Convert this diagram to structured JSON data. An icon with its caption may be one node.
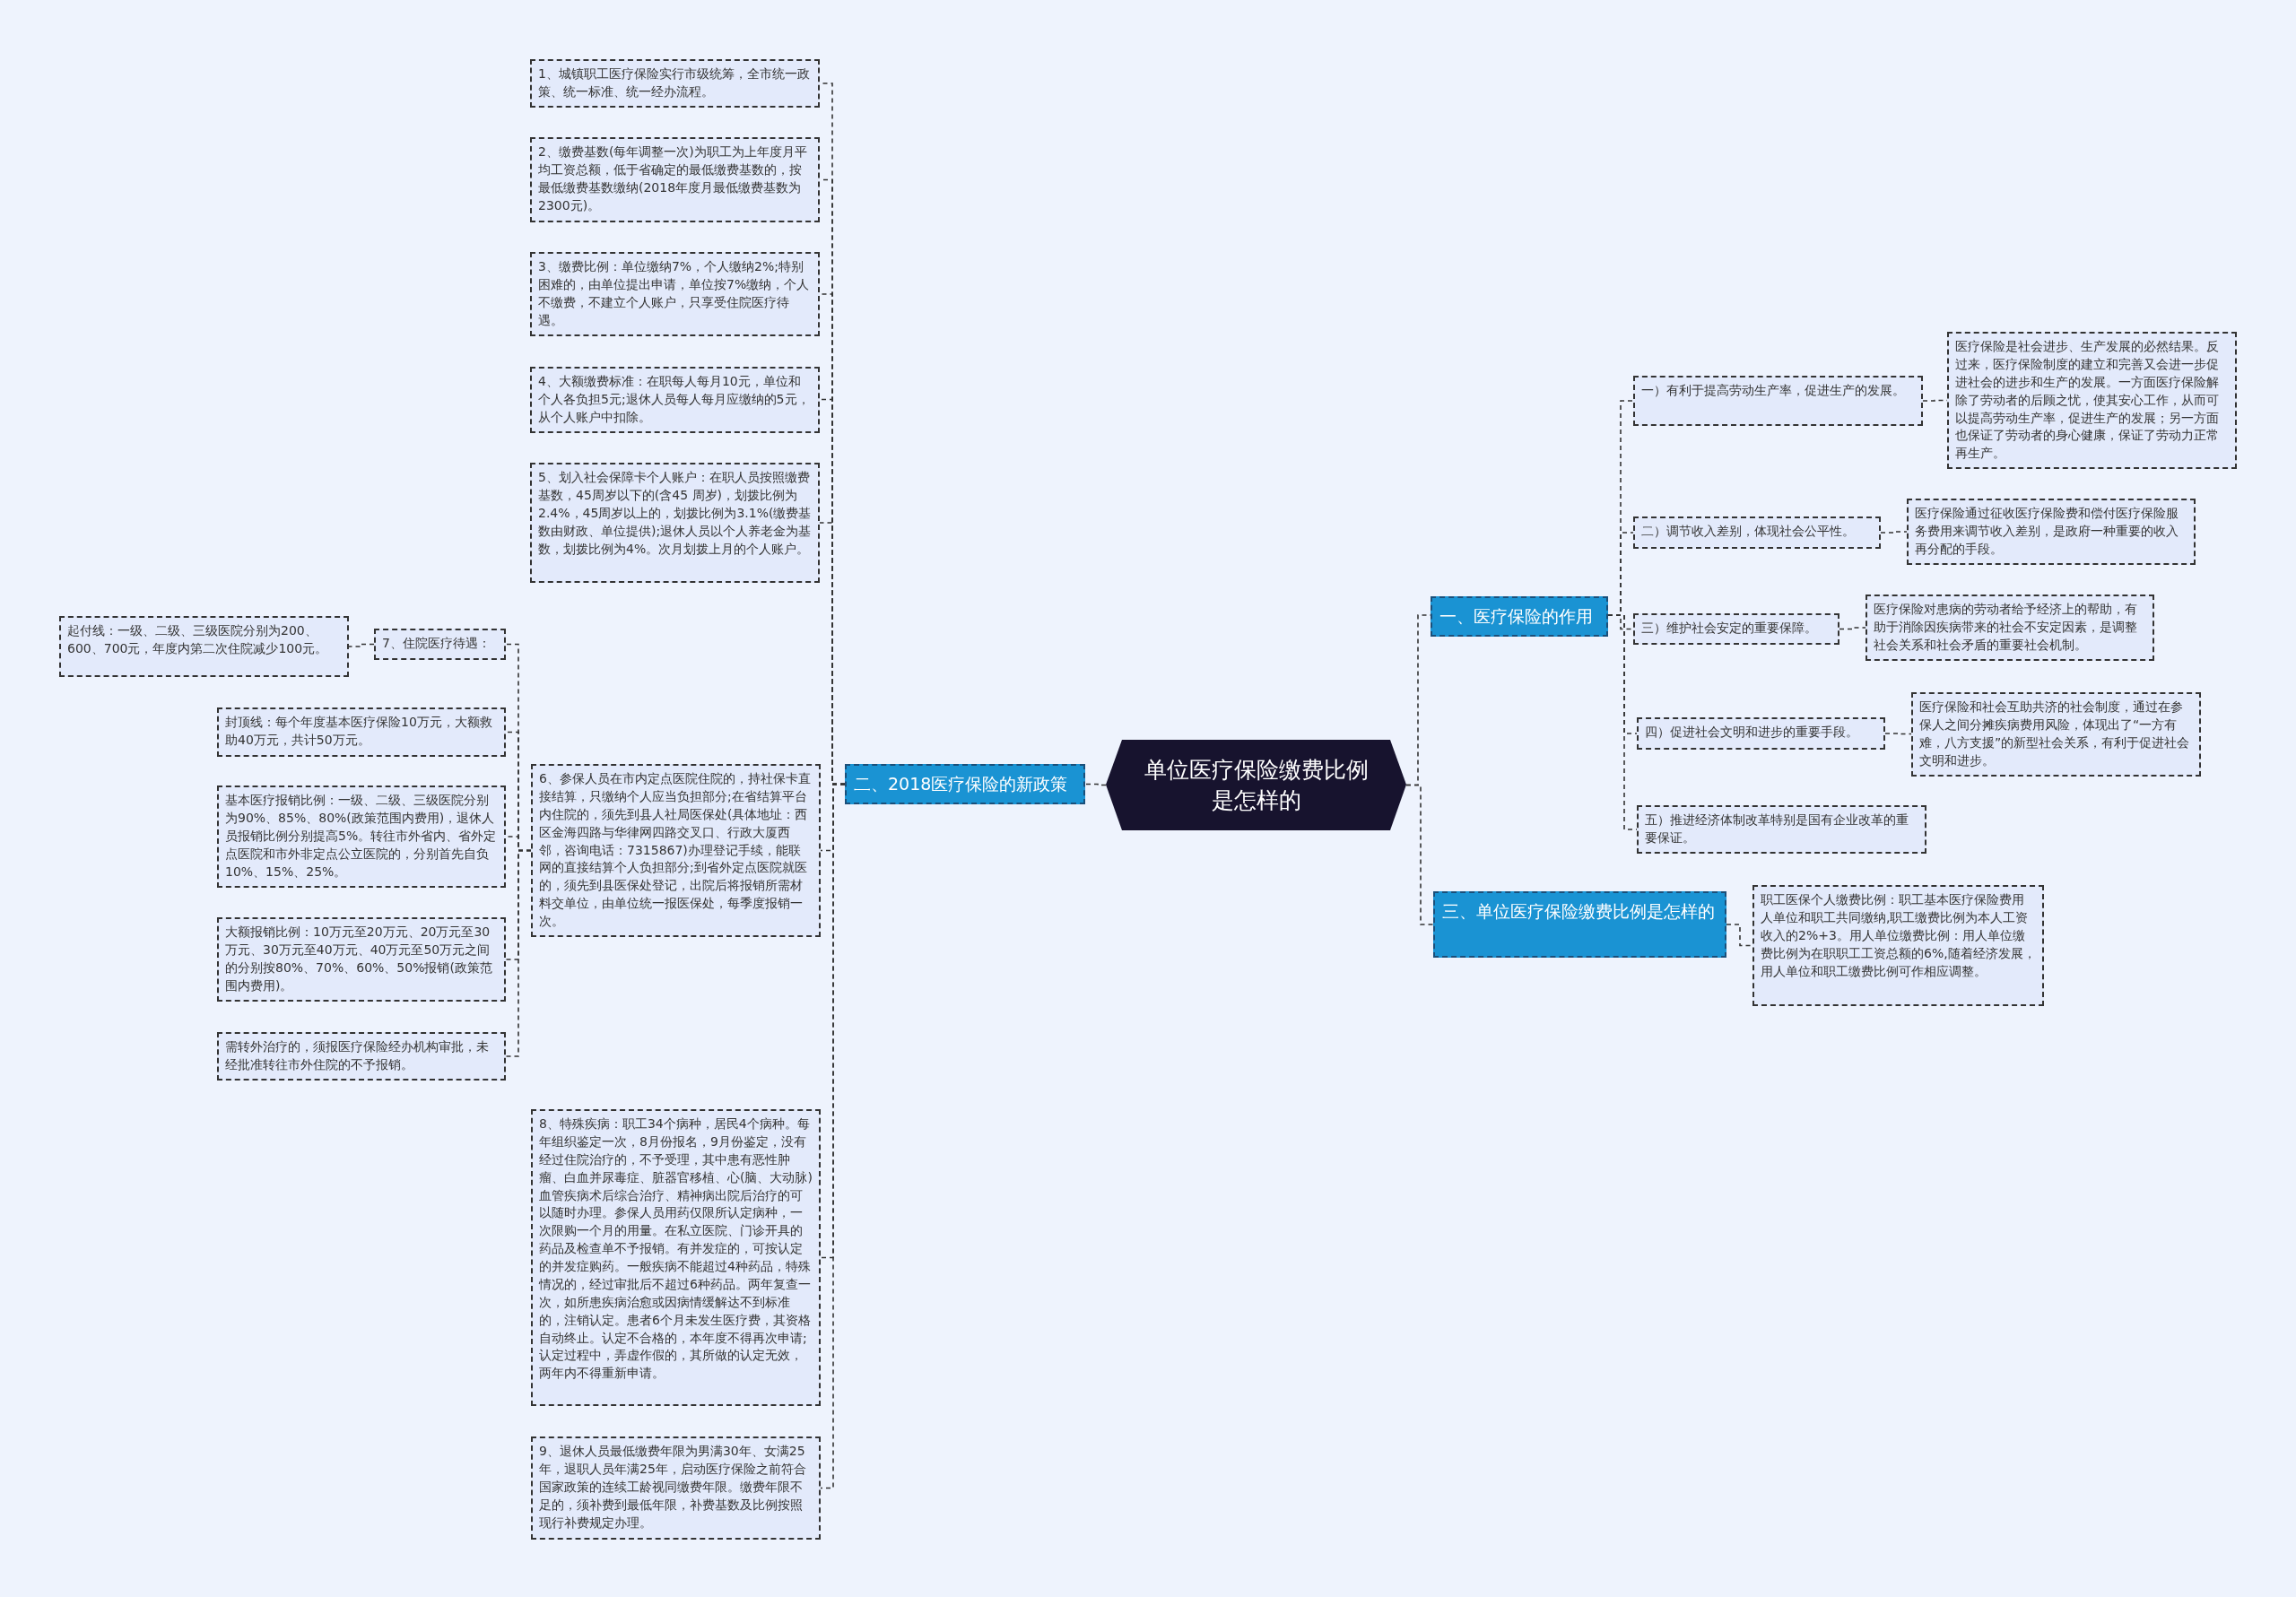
{
  "diagram": {
    "nodes": [
      {
        "text": [
          "单位医疗保险缴费比例是怎样的"
        ]
      },
      {
        "text": [
          "一、医疗保险的作用"
        ]
      },
      {
        "text": [
          "一）有利于提高劳动生产率，促进生产的发展。"
        ]
      },
      {
        "text": [
          "医疗保险是社会进步、生产发展的必然结果。反过来，医疗保险制度的建立和完善又会进一步促进社会的进步和生产的发展。一方面医疗保险解除了劳动者的后顾之忧，使其安心工作，从而可以提高劳动生产率，促进生产的发展；另一方面也保证了劳动者的身心健康，保证了劳动力正常再生产。"
        ]
      },
      {
        "text": [
          "二）调节收入差别，体现社会公平性。"
        ]
      },
      {
        "text": [
          "医疗保险通过征收医疗保险费和偿付医疗保险服务费用来调节收入差别，是政府一种重要的收入再分配的手段。"
        ]
      },
      {
        "text": [
          "三）维护社会安定的重要保障。"
        ]
      },
      {
        "text": [
          "医疗保险对患病的劳动者给予经济上的帮助，有助于消除因疾病带来的社会不安定因素，是调整社会关系和社会矛盾的重要社会机制。"
        ]
      },
      {
        "text": [
          "四）促进社会文明和进步的重要手段。"
        ]
      },
      {
        "text": [
          "医疗保险和社会互助共济的社会制度，通过在参保人之间分摊疾病费用风险，体现出了“一方有难，八方支援”的新型社会关系，有利于促进社会文明和进步。"
        ]
      },
      {
        "text": [
          "五）推进经济体制改革特别是国有企业改革的重要保证。"
        ]
      },
      {
        "text": [
          "二、2018医疗保险的新政策"
        ]
      },
      {
        "text": [
          "1、城镇职工医疗保险实行市级统筹，全市统一政策、统一标准、统一经办流程。"
        ]
      },
      {
        "text": [
          "2、缴费基数(每年调整一次)为职工为上年度月平均工资总额，低于省确定的最低缴费基数的，按最低缴费基数缴纳(2018年度月最低缴费基数为2300元)。"
        ]
      },
      {
        "text": [
          "3、缴费比例：单位缴纳7%，个人缴纳2%;特别困难的，由单位提出申请，单位按7%缴纳，个人不缴费，不建立个人账户，只享受住院医疗待遇。"
        ]
      },
      {
        "text": [
          "4、大额缴费标准：在职每人每月10元，单位和个人各负担5元;退休人员每人每月应缴纳的5元，从个人账户中扣除。"
        ]
      },
      {
        "text": [
          "5、划入社会保障卡个人账户：在职人员按照缴费基数，45周岁以下的(含45 周岁)，划拨比例为2.4%，45周岁以上的，划拨比例为3.1%(缴费基数由财政、单位提供);退休人员以个人养老金为基数，划拨比例为4%。次月划拨上月的个人账户。"
        ]
      },
      {
        "text": [
          "6、参保人员在市内定点医院住院的，持社保卡直接结算，只缴纳个人应当负担部分;在省结算平台内住院的，须先到县人社局医保处(具体地址：西区金海四路与华律网四路交叉口、行政大厦西邻，咨询电话：7315867)办理登记手续，能联网的直接结算个人负担部分;到省外定点医院就医的，须先到县医保处登记，出院后将报销所需材料交单位，由单位统一报医保处，每季度报销一次。"
        ]
      },
      {
        "text": [
          "7、住院医疗待遇："
        ]
      },
      {
        "text": [
          "起付线：一级、二级、三级医院分别为200、600、700元，年度内第二次住院减少100元。"
        ]
      },
      {
        "text": [
          "封顶线：每个年度基本医疗保险10万元，大额救助40万元，共计50万元。"
        ]
      },
      {
        "text": [
          "基本医疗报销比例：一级、二级、三级医院分别为90%、85%、80%(政策范围内费用)，退休人员报销比例分别提高5%。转往市外省内、省外定点医院和市外非定点公立医院的，分别首先自负10%、15%、25%。"
        ]
      },
      {
        "text": [
          "大额报销比例：10万元至20万元、20万元至30万元、30万元至40万元、40万元至50万元之间的分别按80%、70%、60%、50%报销(政策范围内费用)。"
        ]
      },
      {
        "text": [
          "需转外治疗的，须报医疗保险经办机构审批，未经批准转往市外住院的不予报销。"
        ]
      },
      {
        "text": [
          "8、特殊疾病：职工34个病种，居民4个病种。每年组织鉴定一次，8月份报名，9月份鉴定，没有经过住院治疗的，不予受理，其中患有恶性肿瘤、白血并尿毒症、脏器官移植、心(脑、大动脉)血管疾病术后综合治疗、精神病出院后治疗的可以随时办理。参保人员用药仅限所认定病种，一次限购一个月的用量。在私立医院、门诊开具的药品及检查单不予报销。有并发症的，可按认定的并发症购药。一般疾病不能超过4种药品，特殊情况的，经过审批后不超过6种药品。两年复查一次，如所患疾病治愈或因病情缓解达不到标准的，注销认定。患者6个月未发生医疗费，其资格自动终止。认定不合格的，本年度不得再次申请;认定过程中，弄虚作假的，其所做的认定无效，两年内不得重新申请。"
        ]
      },
      {
        "text": [
          "9、退休人员最低缴费年限为男满30年、女满25年，退职人员年满25年，启动医疗保险之前符合国家政策的连续工龄视同缴费年限。缴费年限不足的，须补费到最低年限，补费基数及比例按照现行补费规定办理。"
        ]
      },
      {
        "text": [
          "三、单位医疗保险缴费比例是怎样的"
        ]
      },
      {
        "text": [
          "职工医保个人缴费比例：职工基本医疗保险费用人单位和职工共同缴纳,职工缴费比例为本人工资收入的2%+3。用人单位缴费比例：用人单位缴费比例为在职职工工资总额的6%,随着经济发展，用人单位和职工缴费比例可作相应调整。"
        ]
      }
    ],
    "edges": [
      {
        "from": 0,
        "to": 1,
        "arrow": "none"
      },
      {
        "from": 1,
        "to": 2,
        "arrow": "none"
      },
      {
        "from": 2,
        "to": 3,
        "arrow": "none"
      },
      {
        "from": 1,
        "to": 4,
        "arrow": "none"
      },
      {
        "from": 4,
        "to": 5,
        "arrow": "none"
      },
      {
        "from": 1,
        "to": 6,
        "arrow": "none"
      },
      {
        "from": 6,
        "to": 7,
        "arrow": "none"
      },
      {
        "from": 1,
        "to": 8,
        "arrow": "none"
      },
      {
        "from": 8,
        "to": 9,
        "arrow": "none"
      },
      {
        "from": 1,
        "to": 10,
        "arrow": "none"
      },
      {
        "from": 0,
        "to": 11,
        "arrow": "none"
      },
      {
        "from": 11,
        "to": 12,
        "arrow": "none"
      },
      {
        "from": 11,
        "to": 13,
        "arrow": "none"
      },
      {
        "from": 11,
        "to": 14,
        "arrow": "none"
      },
      {
        "from": 11,
        "to": 15,
        "arrow": "none"
      },
      {
        "from": 11,
        "to": 16,
        "arrow": "none"
      },
      {
        "from": 11,
        "to": 17,
        "arrow": "none"
      },
      {
        "from": 17,
        "to": 18,
        "arrow": "none"
      },
      {
        "from": 18,
        "to": 19,
        "arrow": "none"
      },
      {
        "from": 17,
        "to": 20,
        "arrow": "none"
      },
      {
        "from": 17,
        "to": 21,
        "arrow": "none"
      },
      {
        "from": 17,
        "to": 22,
        "arrow": "none"
      },
      {
        "from": 17,
        "to": 23,
        "arrow": "none"
      },
      {
        "from": 11,
        "to": 24,
        "arrow": "none"
      },
      {
        "from": 11,
        "to": 25,
        "arrow": "none"
      },
      {
        "from": 0,
        "to": 26,
        "arrow": "none"
      },
      {
        "from": 26,
        "to": 27,
        "arrow": "none"
      }
    ]
  }
}
